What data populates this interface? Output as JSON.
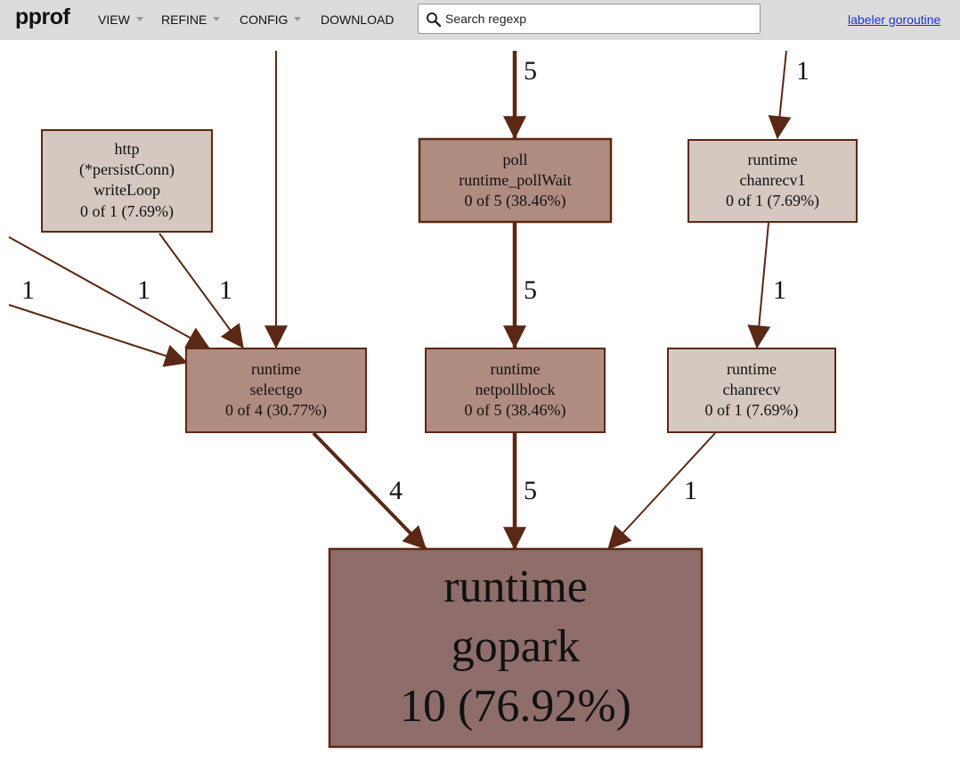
{
  "app": {
    "title": "pprof"
  },
  "toolbar": {
    "menus": [
      "VIEW",
      "REFINE",
      "CONFIG",
      "DOWNLOAD"
    ],
    "search_placeholder": "Search regexp",
    "search_value": "",
    "labeler_link": "labeler goroutine"
  },
  "graph": {
    "nodes": [
      {
        "pkg": "http",
        "lines": [
          "(*persistConn)",
          "writeLoop"
        ],
        "stat": "0 of 1 (7.69%)"
      },
      {
        "pkg": "poll",
        "lines": [
          "runtime_pollWait"
        ],
        "stat": "0 of 5 (38.46%)"
      },
      {
        "pkg": "runtime",
        "lines": [
          "chanrecv1"
        ],
        "stat": "0 of 1 (7.69%)"
      },
      {
        "pkg": "runtime",
        "lines": [
          "selectgo"
        ],
        "stat": "0 of 4 (30.77%)"
      },
      {
        "pkg": "runtime",
        "lines": [
          "netpollblock"
        ],
        "stat": "0 of 5 (38.46%)"
      },
      {
        "pkg": "runtime",
        "lines": [
          "chanrecv"
        ],
        "stat": "0 of 1 (7.69%)"
      },
      {
        "pkg": "runtime",
        "lines": [
          "gopark"
        ],
        "stat": "10 (76.92%)"
      }
    ],
    "edges": [
      {
        "label": "5"
      },
      {
        "label": "1"
      },
      {
        "label": "1"
      },
      {
        "label": "1"
      },
      {
        "label": "1"
      },
      {
        "label": ""
      },
      {
        "label": "5"
      },
      {
        "label": "1"
      },
      {
        "label": "4"
      },
      {
        "label": "5"
      },
      {
        "label": "1"
      }
    ]
  },
  "colors": {
    "edge": "#5a2814",
    "node_border": "#5a2814",
    "node_light": "#d4c8c0",
    "node_mid": "#b08c80",
    "node_dark": "#8f6d6a",
    "toolbar_bg": "#dcdcdc",
    "link": "#1a35c9"
  }
}
